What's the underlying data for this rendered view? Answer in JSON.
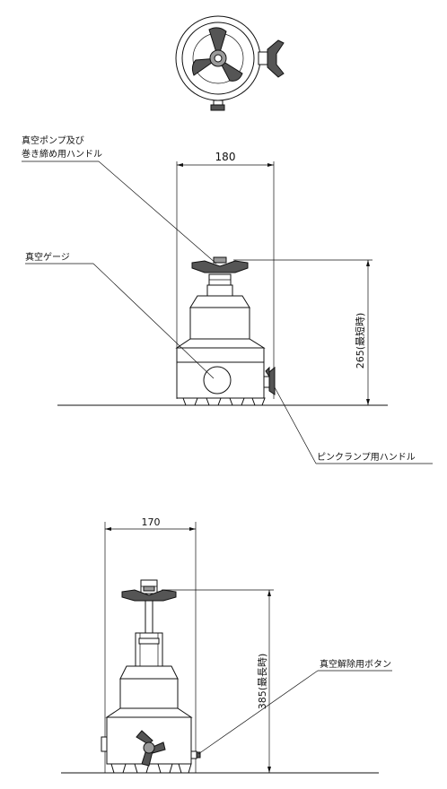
{
  "labels": {
    "vacuum_pump_line1": "真空ポンプ及び",
    "vacuum_pump_line2": "巻き締め用ハンドル",
    "vacuum_gauge": "真空ゲージ",
    "pin_clamp_handle": "ピンクランプ用ハンドル",
    "vacuum_release_button": "真空解除用ボタン"
  },
  "dimensions": {
    "width_compact": "180",
    "height_compact": "265(最短時)",
    "width_extended": "170",
    "height_extended": "385(最長時)"
  }
}
